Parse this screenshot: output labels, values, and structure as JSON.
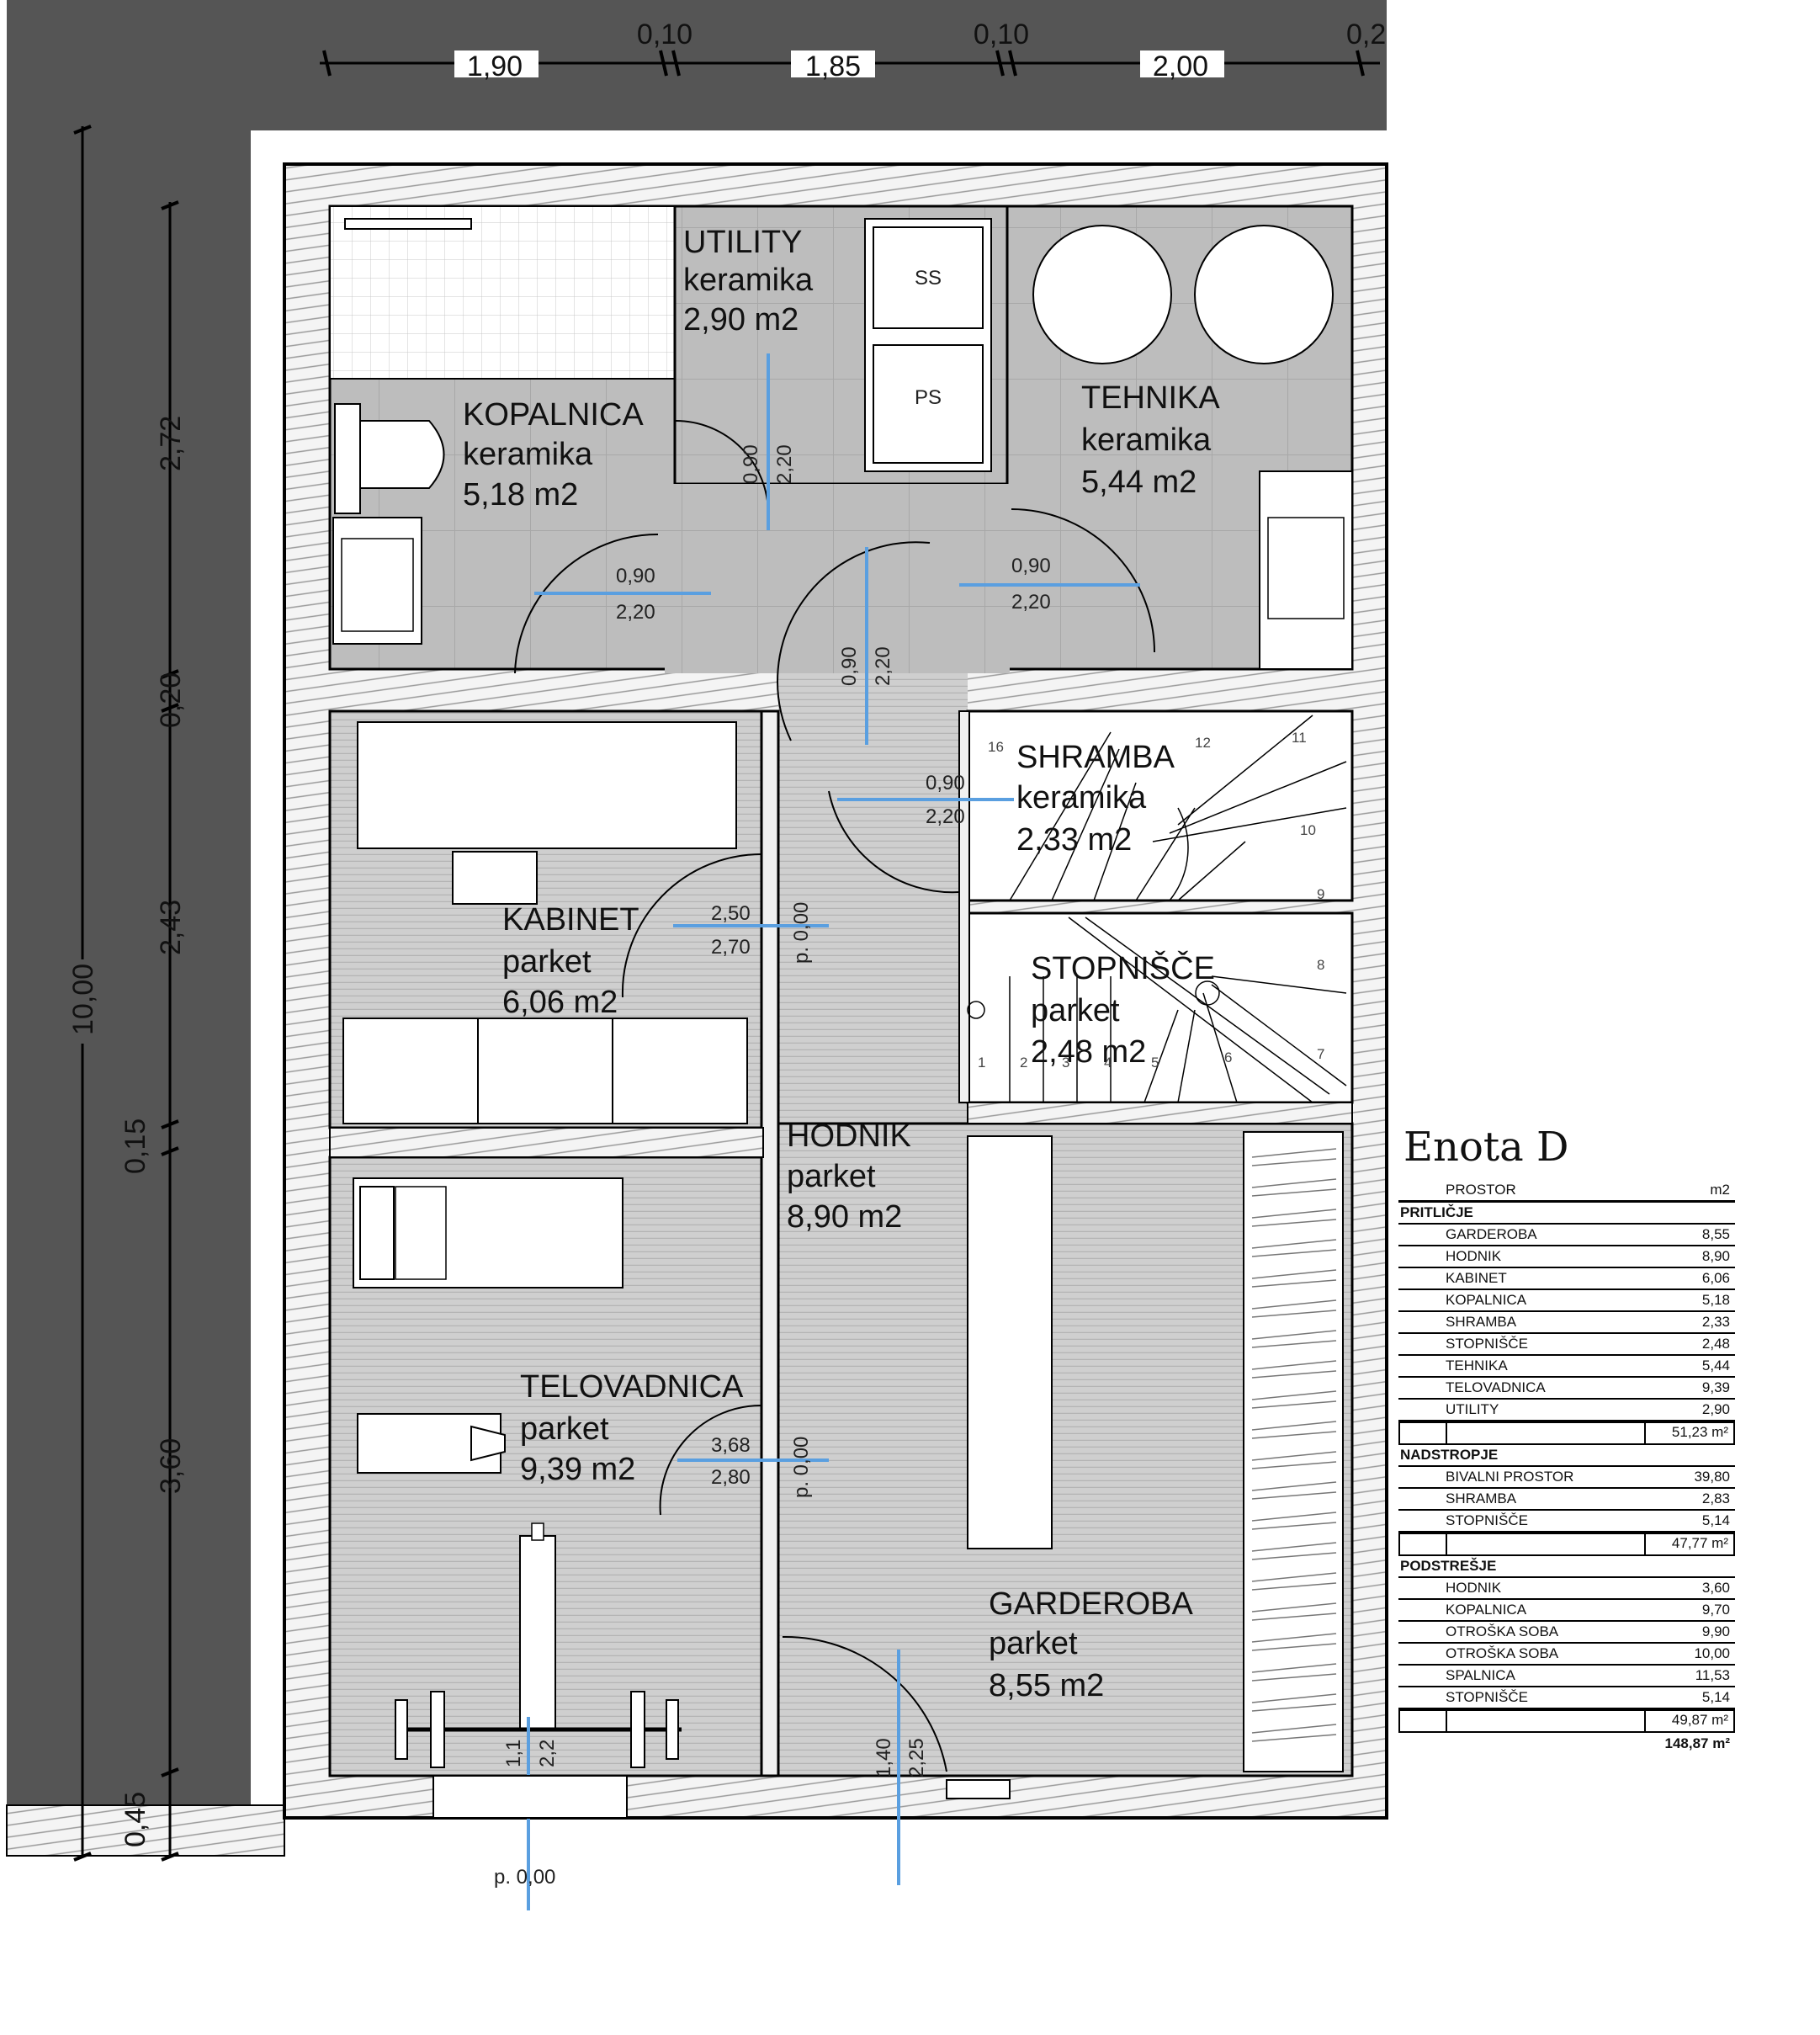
{
  "rooms": {
    "kopalnica": {
      "name": "KOPALNICA",
      "floor": "keramika",
      "area": "5,18 m2"
    },
    "utility": {
      "name": "UTILITY",
      "floor": "keramika",
      "area": "2,90 m2"
    },
    "tehnika": {
      "name": "TEHNIKA",
      "floor": "keramika",
      "area": "5,44 m2"
    },
    "shramba": {
      "name": "SHRAMBA",
      "floor": "keramika",
      "area": "2,33 m2"
    },
    "kabinet": {
      "name": "KABINET",
      "floor": "parket",
      "area": "6,06 m2"
    },
    "stopnisce": {
      "name": "STOPNIŠČE",
      "floor": "parket",
      "area": "2,48 m2"
    },
    "hodnik": {
      "name": "HODNIK",
      "floor": "parket",
      "area": "8,90 m2"
    },
    "telovadnica": {
      "name": "TELOVADNICA",
      "floor": "parket",
      "area": "9,39 m2"
    },
    "garderoba": {
      "name": "GARDEROBA",
      "floor": "parket",
      "area": "8,55 m2"
    }
  },
  "equipment": {
    "ss": "SS",
    "ps": "PS"
  },
  "dimensions": {
    "top": [
      "1,90",
      "0,10",
      "1,85",
      "0,10",
      "2,00",
      "0,2"
    ],
    "overall_left": "10,00",
    "left": [
      "2,72",
      "0,20",
      "2,43",
      "0,15",
      "3,60",
      "0,45"
    ]
  },
  "doors": {
    "d_utility": [
      "0,90",
      "2,20"
    ],
    "d_kopalnica": [
      "0,90",
      "2,20"
    ],
    "d_tehnika": [
      "0,90",
      "2,20"
    ],
    "d_hall": [
      "0,90",
      "2,20"
    ],
    "d_shramba": [
      "0,90",
      "2,20"
    ],
    "d_kabinet": [
      "2,50",
      "2,70"
    ],
    "d_telovadnica": [
      "3,68",
      "2,80"
    ],
    "d_entry": [
      "1,40",
      "2,25"
    ],
    "d_window": [
      "1,1",
      "2,2"
    ]
  },
  "levels": {
    "hodnik_1": "p. 0,00",
    "hodnik_2": "p. 0,00",
    "entry": "p. 0,00"
  },
  "stair_steps": [
    "1",
    "2",
    "3",
    "4",
    "5",
    "6",
    "7",
    "8",
    "9",
    "10",
    "11",
    "12",
    "16"
  ],
  "schedule": {
    "title": "Enota D",
    "col_room": "PROSTOR",
    "col_unit": "m2",
    "sections": [
      {
        "name": "PRITLIČJE",
        "rows": [
          {
            "room": "GARDEROBA",
            "area": "8,55"
          },
          {
            "room": "HODNIK",
            "area": "8,90"
          },
          {
            "room": "KABINET",
            "area": "6,06"
          },
          {
            "room": "KOPALNICA",
            "area": "5,18"
          },
          {
            "room": "SHRAMBA",
            "area": "2,33"
          },
          {
            "room": "STOPNIŠČE",
            "area": "2,48"
          },
          {
            "room": "TEHNIKA",
            "area": "5,44"
          },
          {
            "room": "TELOVADNICA",
            "area": "9,39"
          },
          {
            "room": "UTILITY",
            "area": "2,90"
          }
        ],
        "total": "51,23 m²"
      },
      {
        "name": "NADSTROPJE",
        "rows": [
          {
            "room": "BIVALNI PROSTOR",
            "area": "39,80"
          },
          {
            "room": "SHRAMBA",
            "area": "2,83"
          },
          {
            "room": "STOPNIŠČE",
            "area": "5,14"
          }
        ],
        "total": "47,77 m²"
      },
      {
        "name": "PODSTREŠJE",
        "rows": [
          {
            "room": "HODNIK",
            "area": "3,60"
          },
          {
            "room": "KOPALNICA",
            "area": "9,70"
          },
          {
            "room": "OTROŠKA SOBA",
            "area": "9,90"
          },
          {
            "room": "OTROŠKA SOBA",
            "area": "10,00"
          },
          {
            "room": "SPALNICA",
            "area": "11,53"
          },
          {
            "room": "STOPNIŠČE",
            "area": "5,14"
          }
        ],
        "total": "49,87 m²"
      }
    ],
    "grand_total": "148,87 m²"
  }
}
